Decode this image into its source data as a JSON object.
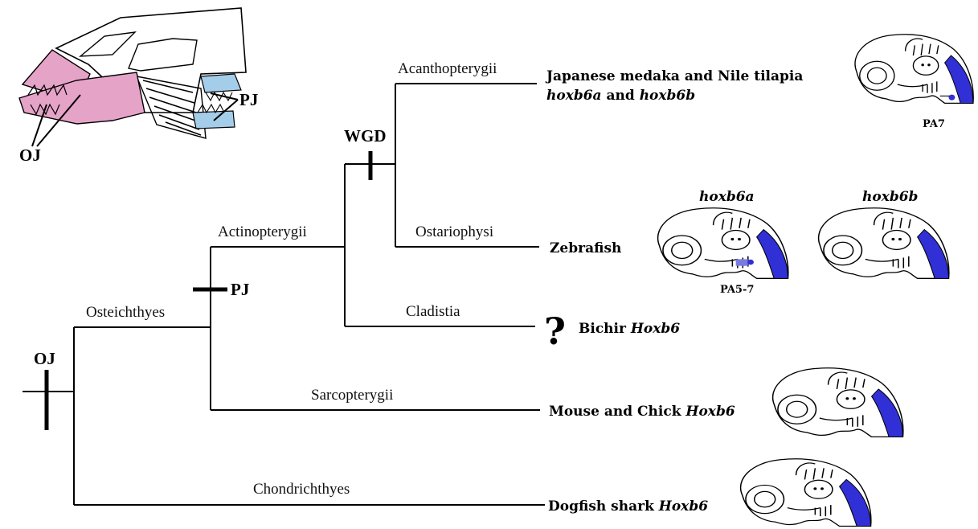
{
  "markers": {
    "oj": "OJ",
    "pj": "PJ",
    "wgd": "WGD",
    "skull_oj": "OJ",
    "skull_pj": "PJ"
  },
  "clades": {
    "acanthopterygii": "Acanthopterygii",
    "ostariophysi": "Ostariophysi",
    "actinopterygii": "Actinopterygii",
    "cladistia": "Cladistia",
    "osteichthyes": "Osteichthyes",
    "sarcopterygii": "Sarcopterygii",
    "chondrichthyes": "Chondrichthyes"
  },
  "taxa": {
    "medaka_line1": "Japanese medaka and Nile tilapia",
    "medaka_gene_a": "hoxb6a",
    "medaka_and": " and ",
    "medaka_gene_b": "hoxb6b",
    "zebrafish": "Zebrafish",
    "bichir_q": "?",
    "bichir_name": "Bichir ",
    "bichir_gene": "Hoxb6",
    "mouse_name": "Mouse and Chick ",
    "mouse_gene": "Hoxb6",
    "shark_name": "Dogfish shark ",
    "shark_gene": "Hoxb6"
  },
  "embryo_labels": {
    "zebrafish_a": "hoxb6a",
    "zebrafish_b": "hoxb6b",
    "medaka_pa": "PA7",
    "zebrafish_pa": "PA5-7"
  },
  "colors": {
    "oral_jaw": "#e6a3c8",
    "pharyngeal_jaw": "#a4cdea",
    "expression": "#3030d6",
    "expression_light": "#7a7ae0"
  }
}
